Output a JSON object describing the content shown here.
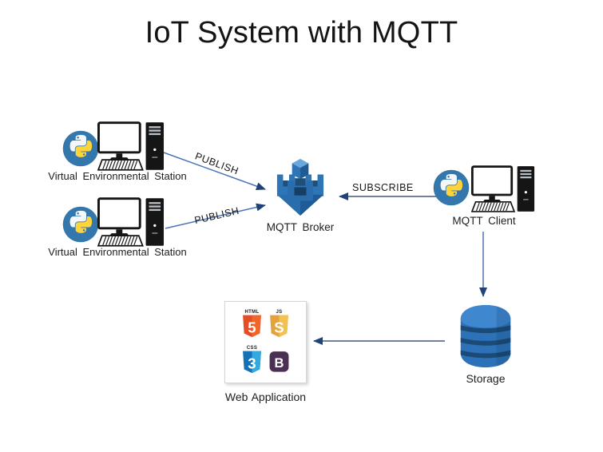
{
  "title": "IoT System with MQTT",
  "nodes": {
    "station_top": {
      "label": "Virtual Environmental Station",
      "icons": [
        "python-logo",
        "desktop-computer"
      ]
    },
    "station_bottom": {
      "label": "Virtual Environmental Station",
      "icons": [
        "python-logo",
        "desktop-computer"
      ]
    },
    "broker": {
      "label": "MQTT Broker",
      "icon": "mqtt-broker-castle"
    },
    "client": {
      "label": "MQTT Client",
      "icons": [
        "python-logo",
        "desktop-computer"
      ]
    },
    "storage": {
      "label": "Storage",
      "icon": "database-barrel"
    },
    "web_app": {
      "label": "Web Application",
      "badges": [
        {
          "name": "html5-badge",
          "top_text": "HTML",
          "glyph": "5",
          "color": "#e44d26"
        },
        {
          "name": "js-badge",
          "top_text": "JS",
          "glyph": "S",
          "color": "#e8a83e"
        },
        {
          "name": "css3-badge",
          "top_text": "CSS",
          "glyph": "3",
          "color": "#1572b6"
        },
        {
          "name": "bootstrap-badge",
          "top_text": "",
          "glyph": "B",
          "color": "#4a3153"
        }
      ]
    }
  },
  "edges": {
    "publish_top": {
      "from": "station_top",
      "to": "broker",
      "label": "PUBLISH"
    },
    "publish_bottom": {
      "from": "station_bottom",
      "to": "broker",
      "label": "PUBLISH"
    },
    "subscribe": {
      "from": "client",
      "to": "broker",
      "label": "SUBSCRIBE"
    },
    "client_to_storage": {
      "from": "client",
      "to": "storage",
      "label": ""
    },
    "storage_to_webapp": {
      "from": "storage",
      "to": "web_app",
      "label": ""
    }
  },
  "colors": {
    "arrow_line": "#4a74b4",
    "arrow_head": "#1f4277",
    "python_badge_blue": "#3377ad",
    "python_yellow": "#ffd43b",
    "broker_blue": "#2e75b6",
    "broker_dark": "#1f4e79",
    "storage_blue": "#2d72b8",
    "storage_groove": "#1b4a77",
    "text": "#1a1a1a"
  }
}
